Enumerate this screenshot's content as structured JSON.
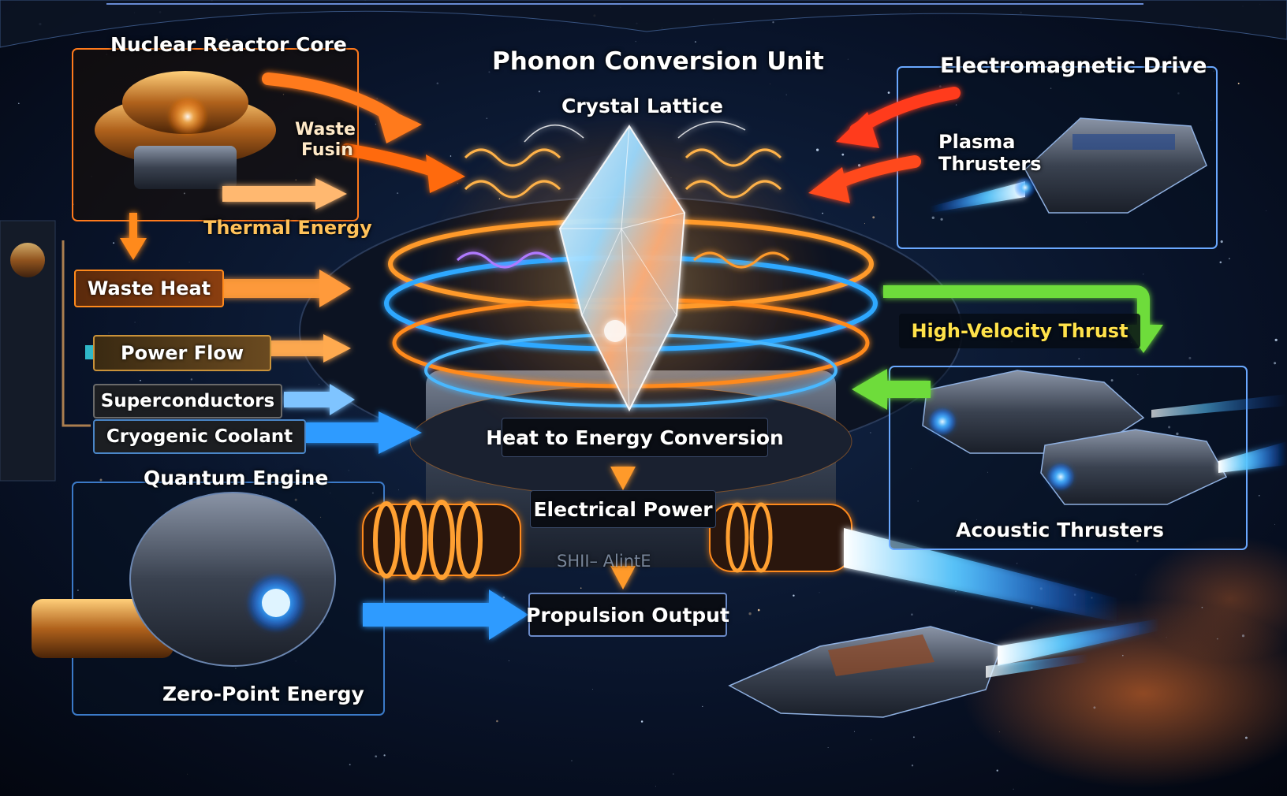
{
  "colors": {
    "orange": "#ff8a1c",
    "blue": "#2f9bff",
    "green": "#6edc3a",
    "yellow_label": "#ffe24a",
    "thermal_label": "#ffc25a"
  },
  "labels": {
    "nuclear_reactor_core": "Nuclear Reactor Core",
    "waste_fusin": [
      "Waste",
      "Fusin"
    ],
    "thermal_energy": "Thermal Energy",
    "waste_heat": "Waste Heat",
    "power_flow": "Power Flow",
    "superconductors": "Superconductors",
    "cryogenic_coolant": "Cryogenic Coolant",
    "quantum_engine": "Quantum Engine",
    "zero_point_energy": "Zero-Point Energy",
    "phonon_conversion_unit": "Phonon Conversion Unit",
    "crystal_lattice": "Crystal Lattice",
    "heat_to_energy_conversion": "Heat to Energy Conversion",
    "electrical_power": "Electrical Power",
    "shield_garbled": "SHII– AlintE",
    "propulsion_output": "Propulsion Output",
    "electromagnetic_drive": "Electromagnetic Drive",
    "plasma_thrusters": [
      "Plasma",
      "Thrusters"
    ],
    "high_velocity_thrust": "High-Velocity Thrust",
    "acoustic_thrusters": "Acoustic Thrusters"
  }
}
